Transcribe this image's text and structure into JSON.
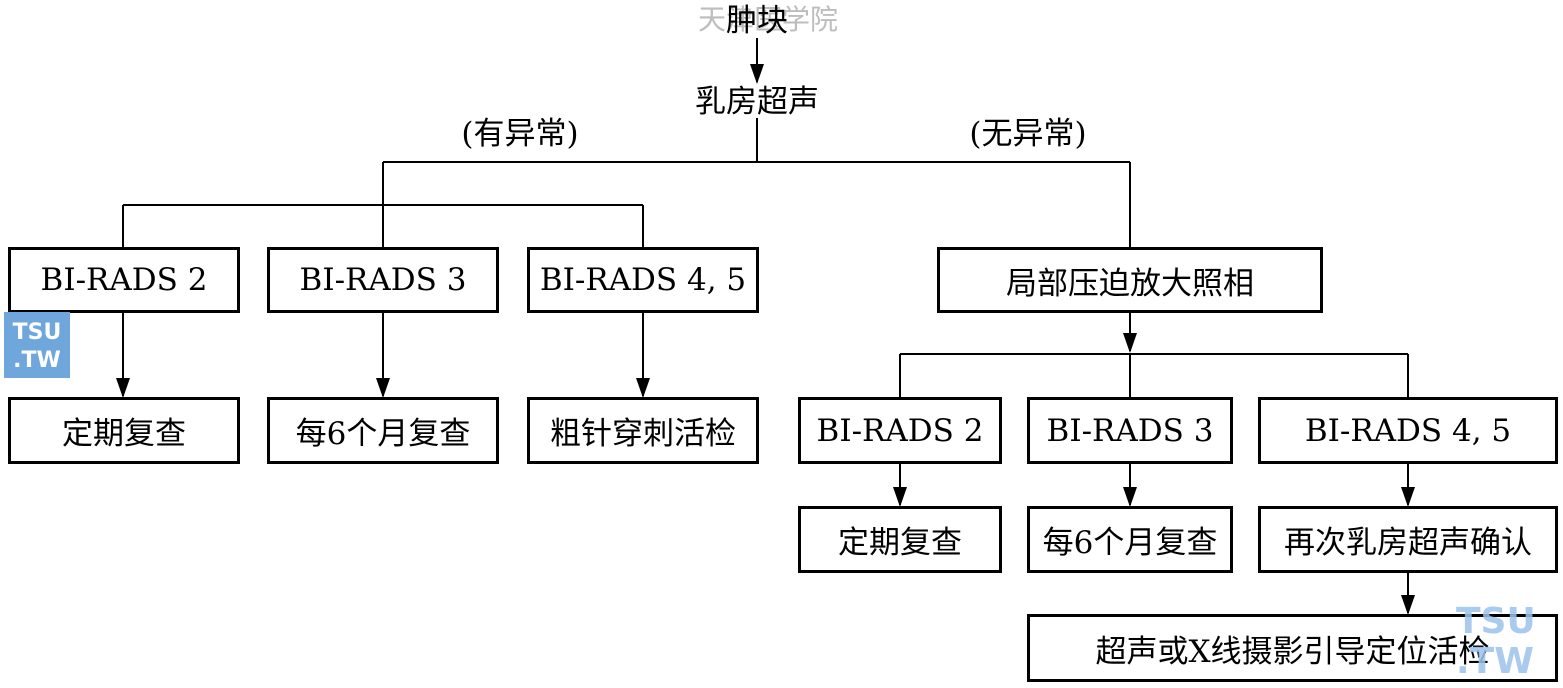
{
  "watermark_text": "天津医学院",
  "logo": {
    "line1": "TSU",
    "line2": ".TW"
  },
  "root": "肿块",
  "ultrasound": "乳房超声",
  "branch_abnormal": "(有异常)",
  "branch_normal": "(无异常)",
  "left_categories": [
    "BI-RADS 2",
    "BI-RADS 3",
    "BI-RADS 4, 5"
  ],
  "left_actions": [
    "定期复查",
    "每6个月复查",
    "粗针穿刺活检"
  ],
  "spot_compression": "局部压迫放大照相",
  "right_categories": [
    "BI-RADS 2",
    "BI-RADS 3",
    "BI-RADS 4, 5"
  ],
  "right_actions": [
    "定期复查",
    "每6个月复查",
    "再次乳房超声确认"
  ],
  "final_action": "超声或X线摄影引导定位活检"
}
